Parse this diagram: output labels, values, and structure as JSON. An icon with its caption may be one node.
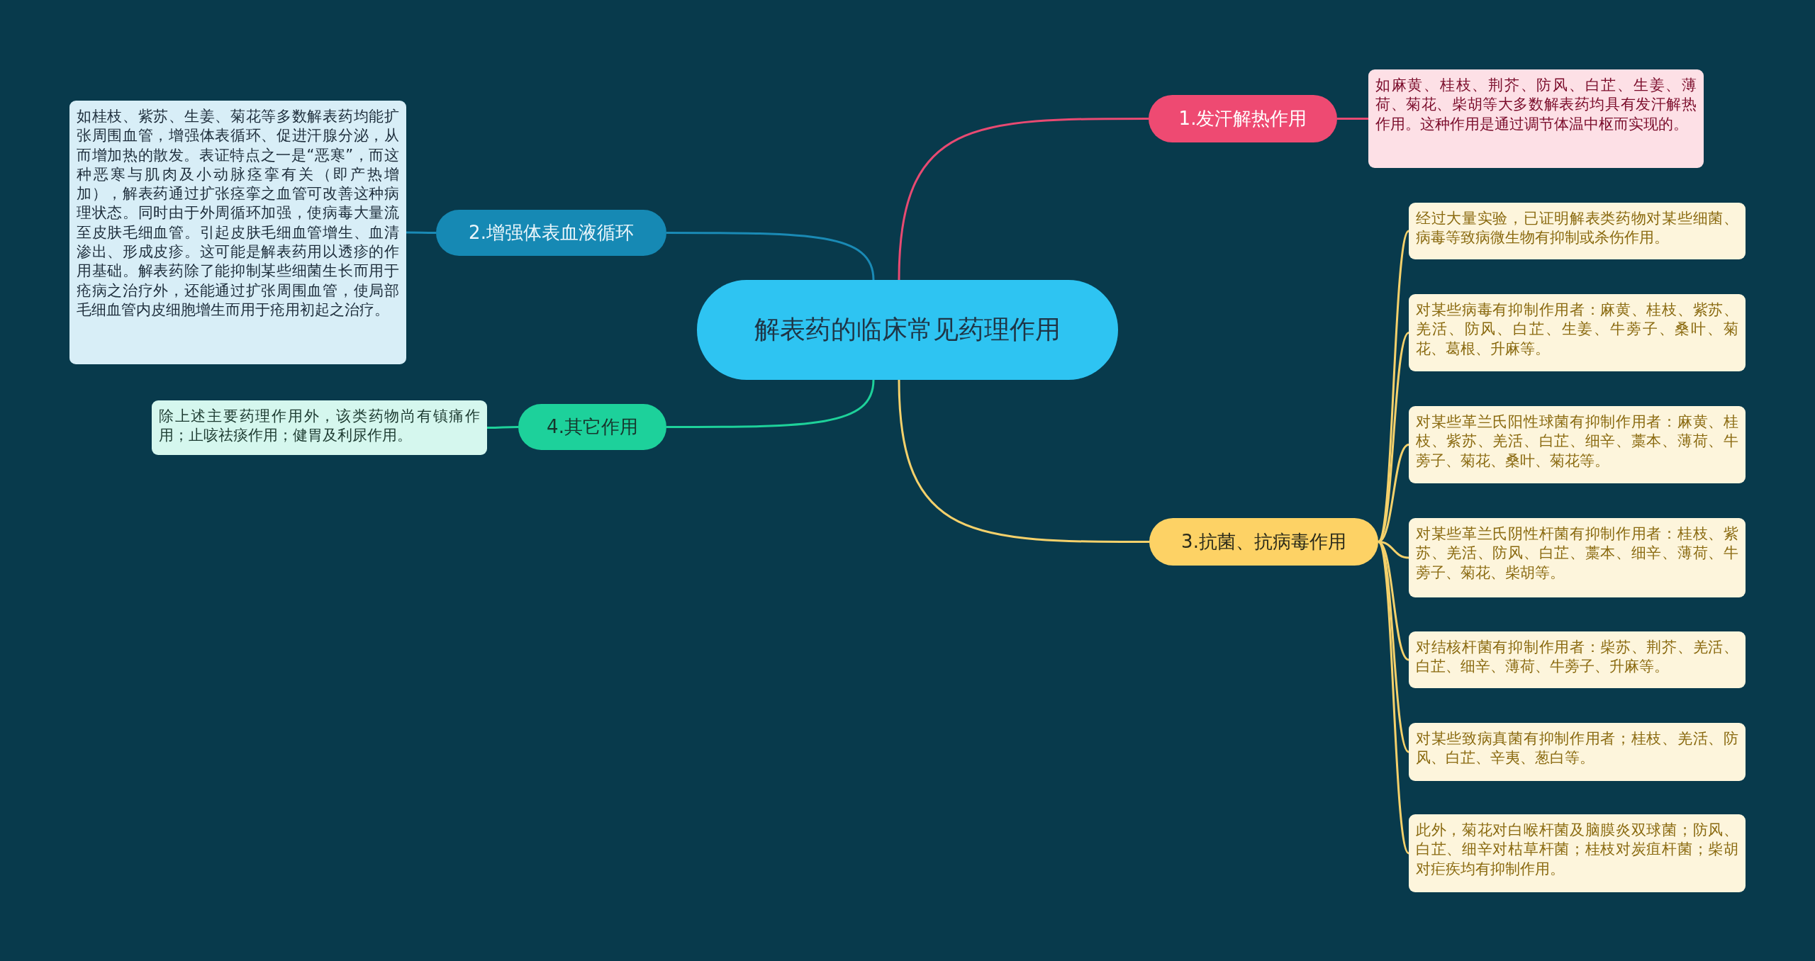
{
  "diagram": {
    "nodes": [
      {
        "text": [
          "解表药的临床常见药理作用"
        ]
      },
      {
        "text": [
          "1.发汗解热作用"
        ]
      },
      {
        "text": [
          "如麻黄、桂枝、荆芥、防风、白芷、生姜、薄荷、菊花、柴胡等大多数解表药均具有发汗解热作用。这种作用是通过调节体温中枢而实现的。"
        ]
      },
      {
        "text": [
          "2.增强体表血液循环"
        ]
      },
      {
        "text": [
          "如桂枝、紫苏、生姜、菊花等多数解表药均能扩张周围血管，增强体表循环、促进汗腺分泌，从而增加热的散发。表证特点之一是“恶寒”，而这种恶寒与肌肉及小动脉痉挛有关（即产热增加），解表药通过扩张痉挛之血管可改善这种病理状态。同时由于外周循环加强，使病毒大量流至皮肤毛细血管。引起皮肤毛细血管增生、血清渗出、形成皮疹。这可能是解表药用以透疹的作用基础。解表药除了能抑制某些细菌生长而用于疮病之治疗外，还能通过扩张周围血管，使局部毛细血管内皮细胞增生而用于疮用初起之治疗。"
        ]
      },
      {
        "text": [
          "3.抗菌、抗病毒作用"
        ]
      },
      {
        "text": [
          "经过大量实验，已证明解表类药物对某些细菌、病毒等致病微生物有抑制或杀伤作用。"
        ]
      },
      {
        "text": [
          "对某些病毒有抑制作用者：麻黄、桂枝、紫苏、羌活、防风、白芷、生姜、牛蒡子、桑叶、菊花、葛根、升麻等。"
        ]
      },
      {
        "text": [
          "对某些革兰氏阳性球菌有抑制作用者：麻黄、桂枝、紫苏、羌活、白芷、细辛、藁本、薄荷、牛蒡子、菊花、桑叶、菊花等。"
        ]
      },
      {
        "text": [
          "对某些革兰氏阴性杆菌有抑制作用者：桂枝、紫苏、羌活、防风、白芷、藁本、细辛、薄荷、牛蒡子、菊花、柴胡等。"
        ]
      },
      {
        "text": [
          "对结核杆菌有抑制作用者：柴苏、荆芥、羌活、白芷、细辛、薄荷、牛蒡子、升麻等。"
        ]
      },
      {
        "text": [
          "对某些致病真菌有抑制作用者；桂枝、羌活、防风、白芷、辛夷、葱白等。"
        ]
      },
      {
        "text": [
          "此外，菊花对白喉杆菌及脑膜炎双球菌；防风、白芷、细辛对枯草杆菌；桂枝对炭疽杆菌；柴胡对疟疾均有抑制作用。"
        ]
      },
      {
        "text": [
          "4.其它作用"
        ]
      },
      {
        "text": [
          "除上述主要药理作用外，该类药物尚有镇痛作用；止咳祛痰作用；健胃及利尿作用。"
        ]
      }
    ],
    "edges": [
      {
        "from": 0,
        "to": 1,
        "arrow": "none",
        "color": "#e84a72"
      },
      {
        "from": 1,
        "to": 2,
        "arrow": "none",
        "color": "#e84a72"
      },
      {
        "from": 0,
        "to": 3,
        "arrow": "none",
        "color": "#1a8ab5"
      },
      {
        "from": 3,
        "to": 4,
        "arrow": "none",
        "color": "#1a8ab5"
      },
      {
        "from": 0,
        "to": 5,
        "arrow": "none",
        "color": "#f5d16b"
      },
      {
        "from": 5,
        "to": 6,
        "arrow": "none",
        "color": "#f5d16b"
      },
      {
        "from": 5,
        "to": 7,
        "arrow": "none",
        "color": "#f5d16b"
      },
      {
        "from": 5,
        "to": 8,
        "arrow": "none",
        "color": "#f5d16b"
      },
      {
        "from": 5,
        "to": 9,
        "arrow": "none",
        "color": "#f5d16b"
      },
      {
        "from": 5,
        "to": 10,
        "arrow": "none",
        "color": "#f5d16b"
      },
      {
        "from": 5,
        "to": 11,
        "arrow": "none",
        "color": "#f5d16b"
      },
      {
        "from": 5,
        "to": 12,
        "arrow": "none",
        "color": "#f5d16b"
      },
      {
        "from": 0,
        "to": 13,
        "arrow": "none",
        "color": "#1ed19a"
      },
      {
        "from": 13,
        "to": 14,
        "arrow": "none",
        "color": "#1ed19a"
      }
    ]
  }
}
